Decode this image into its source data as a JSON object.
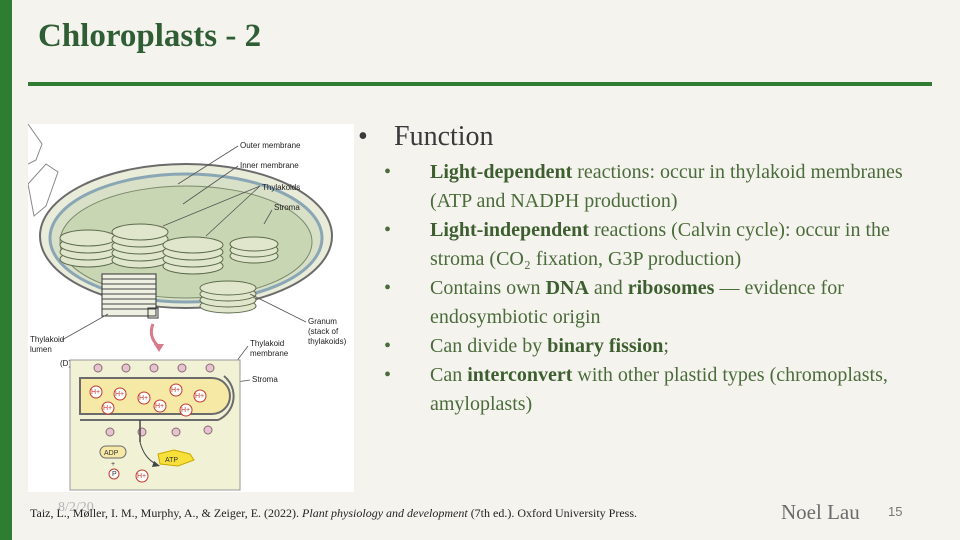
{
  "slide": {
    "title": "Chloroplasts - 2",
    "date": "8/2/20",
    "author": "Noel Lau",
    "page_number": "15",
    "accent_color": "#2e7d32"
  },
  "figure": {
    "labels": {
      "outer_membrane": "Outer membrane",
      "inner_membrane": "Inner membrane",
      "thylakoids": "Thylakoids",
      "stroma": "Stroma",
      "granum": "Granum",
      "granum_note_1": "(stack of",
      "granum_note_2": "thylakoids)",
      "thylakoid_lumen_1": "Thylakoid",
      "thylakoid_lumen_2": "lumen",
      "thylakoid_membrane_1": "Thylakoid",
      "thylakoid_membrane_2": "membrane",
      "stroma_lower": "Stroma",
      "panel": "(D)",
      "proton": "H+",
      "adp": "ADP",
      "plus": "+",
      "pi": "P",
      "atp": "ATP"
    }
  },
  "content": {
    "main_bullet": "Function",
    "items": [
      {
        "bold": "Light-dependent",
        "text": " reactions: occur in thylakoid membranes (ATP and NADPH production)"
      },
      {
        "bold": "Light-independent",
        "text": " reactions (Calvin cycle): occur in the stroma (CO₂ fixation, G3P production)"
      },
      {
        "pre": "Contains own ",
        "bold": "DNA",
        "mid": " and ",
        "bold2": "ribosomes",
        "text": " — evidence for endosymbiotic origin"
      },
      {
        "pre": "Can divide by ",
        "bold": "binary fission",
        "text": ";"
      },
      {
        "pre": "Can ",
        "bold": "interconvert",
        "text": " with other plastid types (chromoplasts, amyloplasts)"
      }
    ]
  },
  "citation": {
    "authors": "Taiz, L., Møller, I. M., Murphy, A., & Zeiger, E. (2022). ",
    "book": "Plant physiology and development",
    "rest": " (7th ed.). Oxford University Press."
  }
}
